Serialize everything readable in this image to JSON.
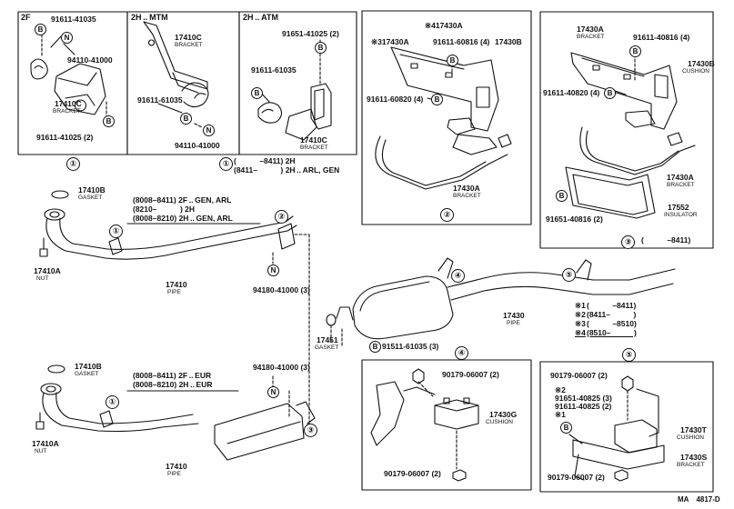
{
  "panels": {
    "p2f": {
      "header": "2F",
      "ref": "①"
    },
    "p2hmtm": {
      "header": "2H .. MTM"
    },
    "p2hatm": {
      "header": "2H .. ATM"
    },
    "p2": {
      "ref": "②"
    },
    "p3": {
      "ref": "③",
      "note": "(   –8411)"
    },
    "p4": {
      "ref": "④"
    },
    "p5": {
      "ref": "⑤"
    }
  },
  "ref_note": {
    "circle": "①",
    "line1": "(   –8411) 2H",
    "line2": "(8411–   ) 2H .. ARL, GEN"
  },
  "callouts": {
    "c1": "①",
    "c2": "②",
    "c3": "③",
    "c4": "④",
    "c5": "⑤",
    "B": "B",
    "N": "N"
  },
  "parts": {
    "p2f_bolt": "91611-41035",
    "p2f_nut": "94110-41000",
    "p2f_bracket": "17410C",
    "p2f_bracket_name": "BRACKET",
    "p2f_bolt2": "91611-41025 (2)",
    "mtm_bracket": "17410C",
    "mtm_bracket_name": "BRACKET",
    "mtm_bolt": "91611-61035",
    "mtm_nut": "94110-41000",
    "atm_bolt1": "91651-41025 (2)",
    "atm_bolt2": "91611-61035",
    "atm_bracket": "17410C",
    "atm_bracket_name": "BRACKET",
    "p2_417430A": "※417430A",
    "p2_317430A": "※317430A",
    "p2_bolt1": "91611-60816 (4)",
    "p2_17430B": "17430B",
    "p2_bolt2": "91611-60820 (4)",
    "p2_17430A": "17430A",
    "p2_17430A_name": "BRACKET",
    "p3_17430A_top": "17430A",
    "p3_17430A_top_name": "BRACKET",
    "p3_bolt1": "91611-40816 (4)",
    "p3_17430B": "17430B",
    "p3_17430B_name": "CUSHION",
    "p3_bolt2": "91611-40820 (4)",
    "p3_17430A": "17430A",
    "p3_17430A_name": "BRACKET",
    "p3_17552": "17552",
    "p3_17552_name": "INSULATOR",
    "p3_bolt3": "91651-40816 (2)",
    "gasket1": "17410B",
    "gasket1_name": "GASKET",
    "nut1": "17410A",
    "nut1_name": "NUT",
    "pipe1": "17410",
    "pipe1_name": "PIPE",
    "nut_94180_1": "94180-41000 (3)",
    "gasket2": "17410B",
    "gasket2_name": "GASKET",
    "nut2": "17410A",
    "nut2_name": "NUT",
    "pipe2": "17410",
    "pipe2_name": "PIPE",
    "nut_94180_2": "94180-41000 (3)",
    "gasket_17451": "17451",
    "gasket_17451_name": "GASKET",
    "bolt_91511": "91511-61035 (3)",
    "tail_pipe": "17430",
    "tail_pipe_name": "PIPE",
    "p4_bolt1": "90179-06007 (2)",
    "p4_cushion": "17430G",
    "p4_cushion_name": "CUSHION",
    "p4_bolt2": "90179-06007 (2)",
    "p5_bolt1": "90179-06007 (2)",
    "p5_m2": "※2",
    "p5_bolt2": "91651-40825 (3)",
    "p5_bolt3": "91611-40825 (2)",
    "p5_m1": "※1",
    "p5_17430T": "17430T",
    "p5_17430T_name": "CUSHION",
    "p5_17430S": "17430S",
    "p5_17430S_name": "BRACKET",
    "p5_bolt4": "90179-06007 (2)"
  },
  "notes": {
    "gen_arl_1": "(8008–8411) 2F .. GEN, ARL",
    "gen_arl_2": "(8210–   ) 2H",
    "gen_arl_3": "(8008–8210) 2H .. GEN, ARL",
    "eur_1": "(8008–8411) 2F .. EUR",
    "eur_2": "(8008–8210) 2H .. EUR"
  },
  "legend": [
    {
      "mark": "※1",
      "range": "(   –8411)"
    },
    {
      "mark": "※2",
      "range": "(8411–   )"
    },
    {
      "mark": "※3",
      "range": "(   –8510)"
    },
    {
      "mark": "※4",
      "range": "(8510–   )"
    }
  ],
  "footer": {
    "code": "MA 4817-D"
  }
}
